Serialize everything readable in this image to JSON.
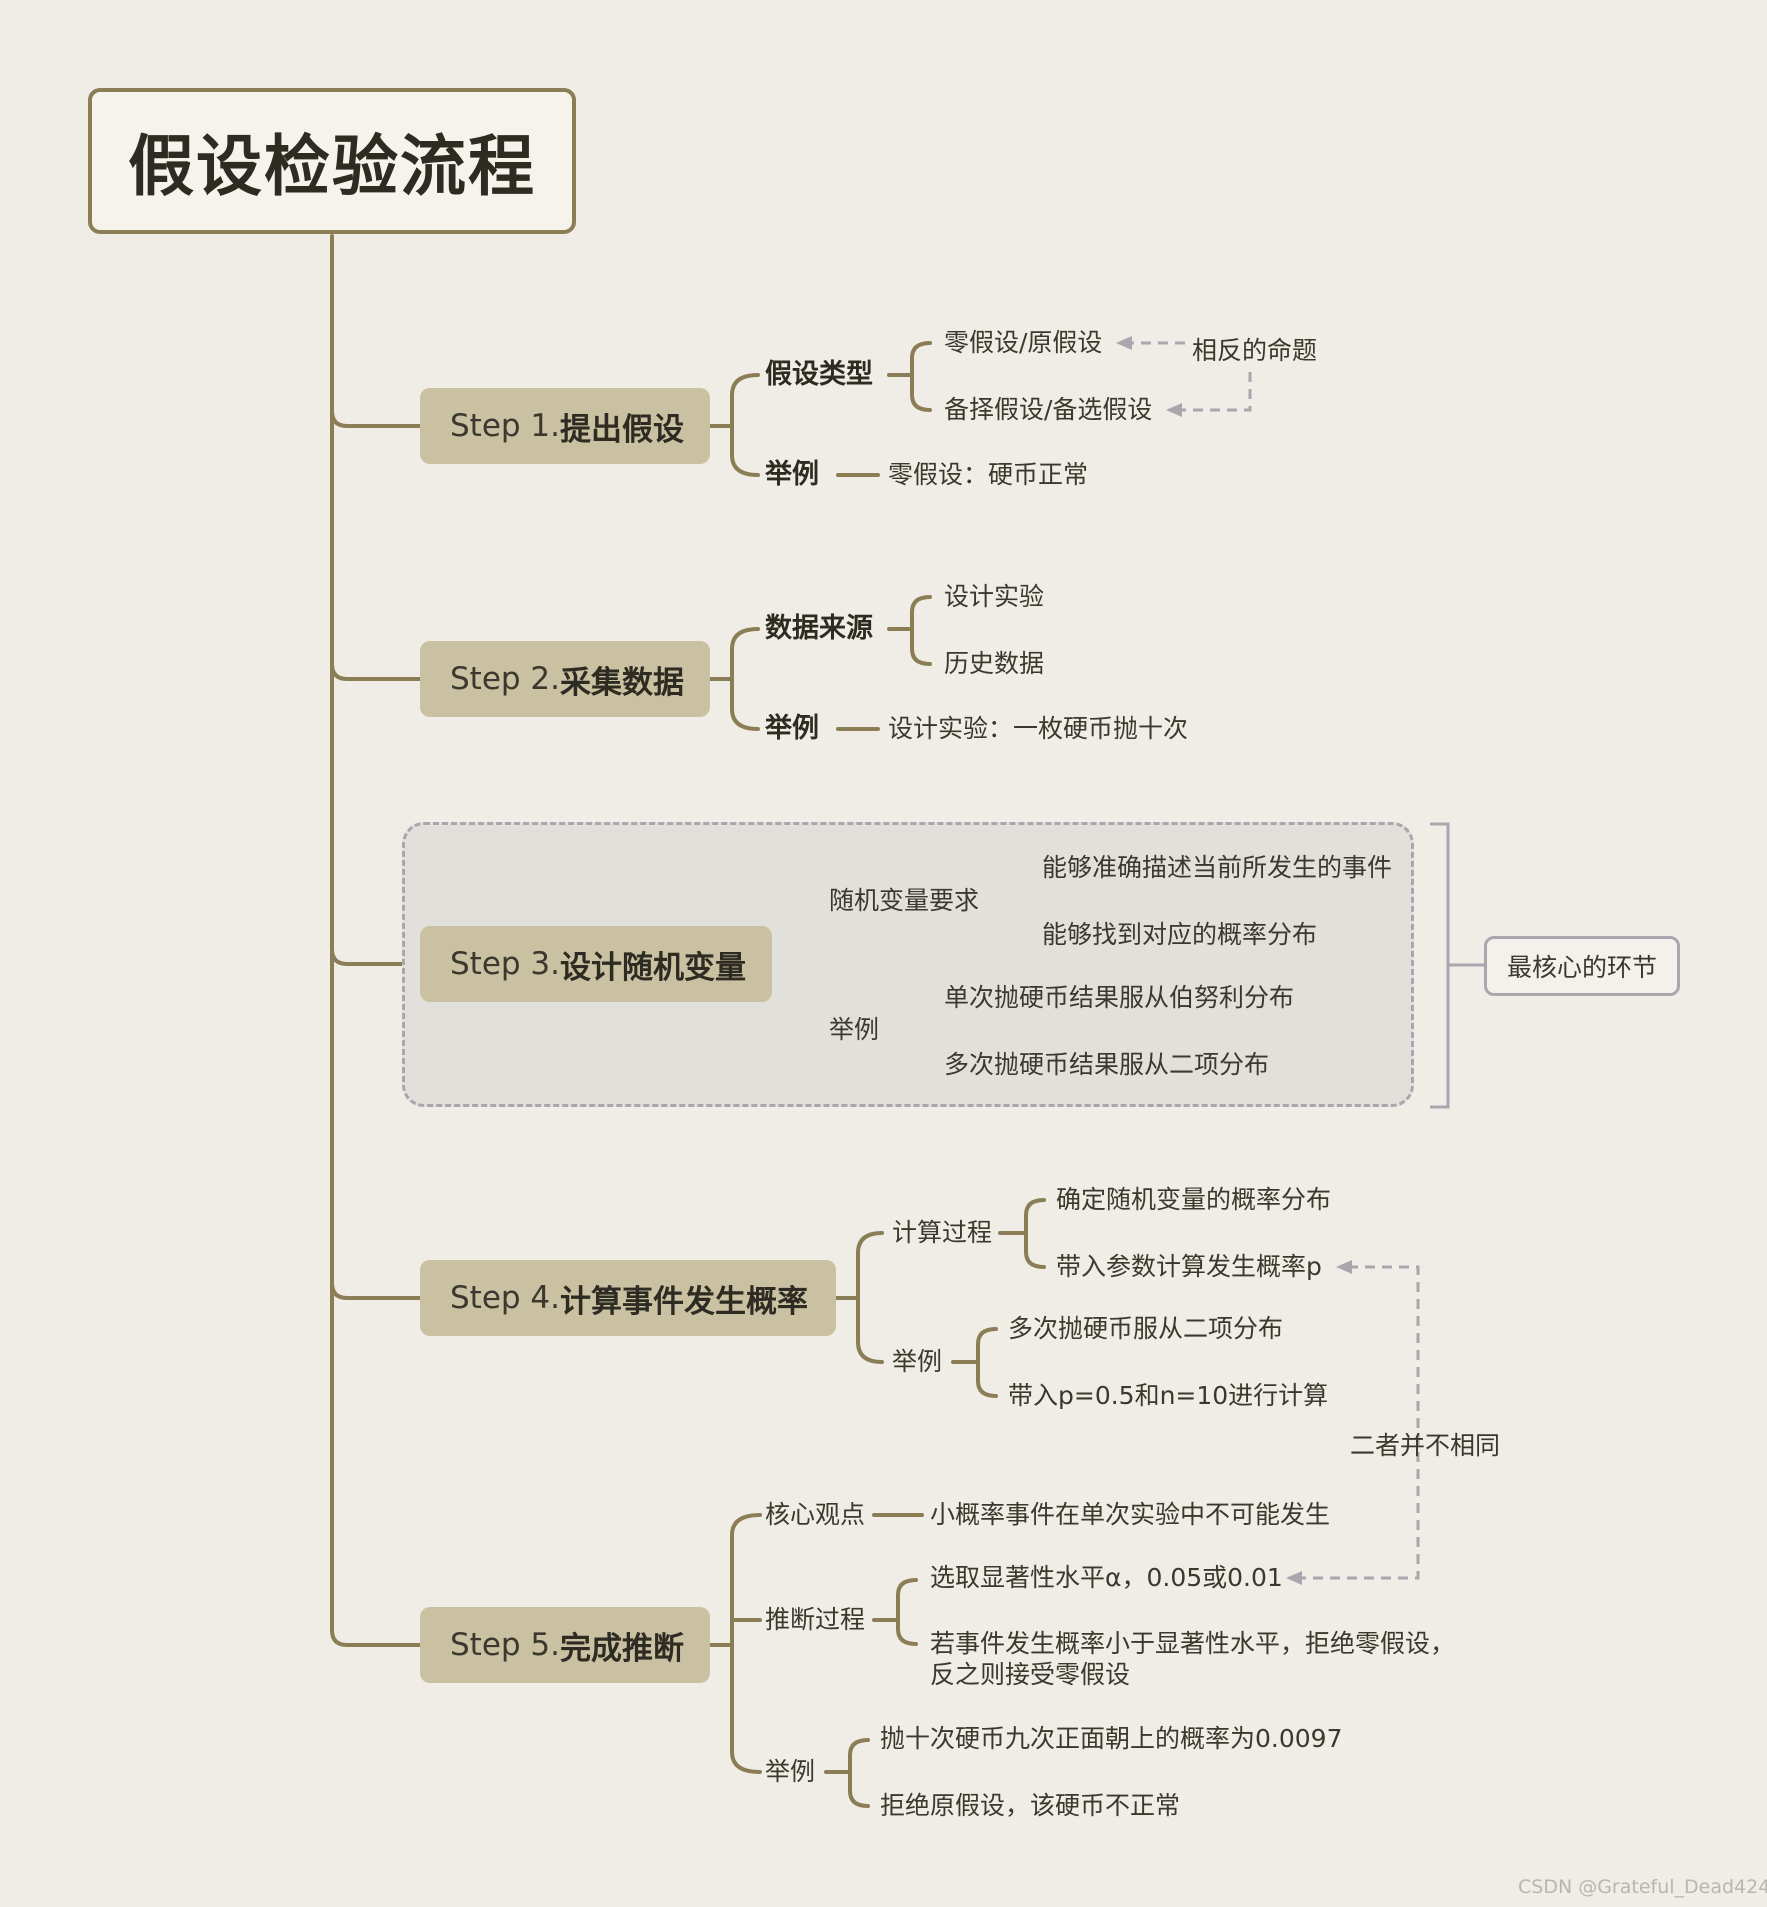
{
  "title": "假设检验流程",
  "steps": [
    {
      "prefix": "Step 1.",
      "name": "提出假设",
      "branches": [
        {
          "label": "假设类型",
          "children": [
            "零假设/原假设",
            "备择假设/备选假设"
          ]
        },
        {
          "label": "举例",
          "children": [
            "零假设：硬币正常"
          ]
        }
      ]
    },
    {
      "prefix": "Step 2.",
      "name": "采集数据",
      "branches": [
        {
          "label": "数据来源",
          "children": [
            "设计实验",
            "历史数据"
          ]
        },
        {
          "label": "举例",
          "children": [
            "设计实验：一枚硬币抛十次"
          ]
        }
      ]
    },
    {
      "prefix": "Step 3.",
      "name": "设计随机变量",
      "branches": [
        {
          "label": "随机变量要求",
          "children": [
            "能够准确描述当前所发生的事件",
            "能够找到对应的概率分布"
          ]
        },
        {
          "label": "举例",
          "children": [
            "单次抛硬币结果服从伯努利分布",
            "多次抛硬币结果服从二项分布"
          ]
        }
      ]
    },
    {
      "prefix": "Step 4.",
      "name": "计算事件发生概率",
      "branches": [
        {
          "label": "计算过程",
          "children": [
            "确定随机变量的概率分布",
            "带入参数计算发生概率p"
          ]
        },
        {
          "label": "举例",
          "children": [
            "多次抛硬币服从二项分布",
            "带入p=0.5和n=10进行计算"
          ]
        }
      ]
    },
    {
      "prefix": "Step 5.",
      "name": "完成推断",
      "branches": [
        {
          "label": "核心观点",
          "children": [
            "小概率事件在单次实验中不可能发生"
          ]
        },
        {
          "label": "推断过程",
          "children": [
            "选取显著性水平α，0.05或0.01",
            "若事件发生概率小于显著性水平，拒绝零假设，",
            "反之则接受零假设"
          ]
        },
        {
          "label": "举例",
          "children": [
            "抛十次硬币九次正面朝上的概率为0.0097",
            "拒绝原假设，该硬币不正常"
          ]
        }
      ]
    }
  ],
  "annotations": {
    "opposite": "相反的命题",
    "core": "最核心的环节",
    "different": "二者并不相同"
  },
  "watermark": "CSDN @Grateful_Dead424",
  "colors": {
    "background": "#f0ede6",
    "branch": "#8b7d55",
    "step_fill": "#c9c1a1",
    "dashed": "#a9a7ad"
  }
}
